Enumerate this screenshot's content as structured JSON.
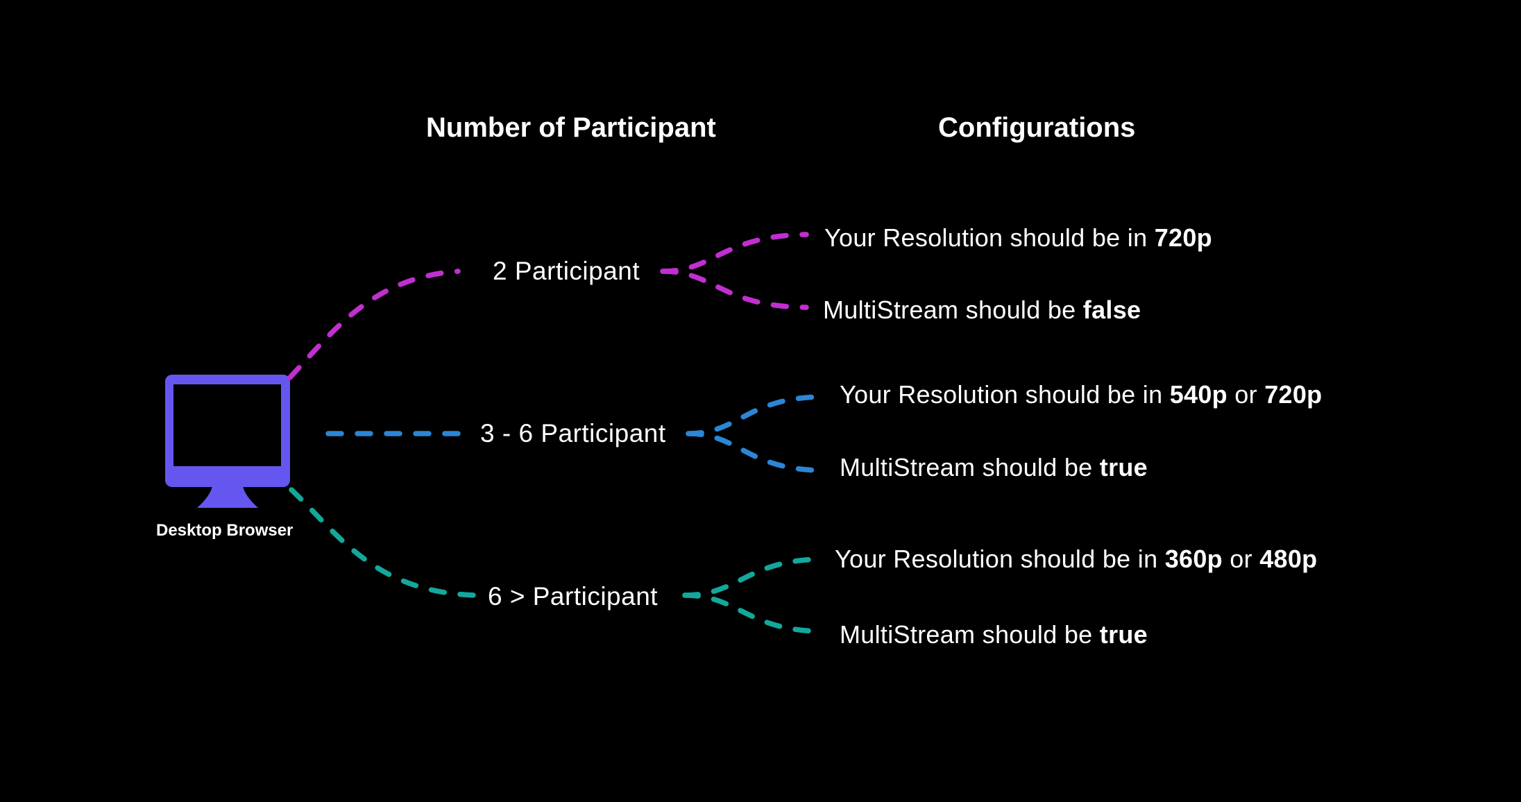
{
  "headers": {
    "participants": "Number of Participant",
    "configurations": "Configurations"
  },
  "device": {
    "label": "Desktop Browser",
    "icon": "desktop-monitor-icon",
    "color": "#6656f0"
  },
  "branches": [
    {
      "participant_label": "2 Participant",
      "color": "#c02fcf",
      "configs": [
        {
          "prefix": "Your Resolution should be in ",
          "value1": "720p",
          "joiner": "",
          "value2": ""
        },
        {
          "prefix": "MultiStream should be ",
          "value1": "false",
          "joiner": "",
          "value2": ""
        }
      ]
    },
    {
      "participant_label": "3 - 6  Participant",
      "color": "#2b86d6",
      "configs": [
        {
          "prefix": "Your Resolution should be in ",
          "value1": "540p",
          "joiner": " or ",
          "value2": "720p"
        },
        {
          "prefix": "MultiStream should be ",
          "value1": "true",
          "joiner": "",
          "value2": ""
        }
      ]
    },
    {
      "participant_label": "6 > Participant",
      "color": "#13a89b",
      "configs": [
        {
          "prefix": "Your Resolution should be in ",
          "value1": "360p",
          "joiner": " or ",
          "value2": "480p"
        },
        {
          "prefix": "MultiStream should be ",
          "value1": "true",
          "joiner": "",
          "value2": ""
        }
      ]
    }
  ]
}
